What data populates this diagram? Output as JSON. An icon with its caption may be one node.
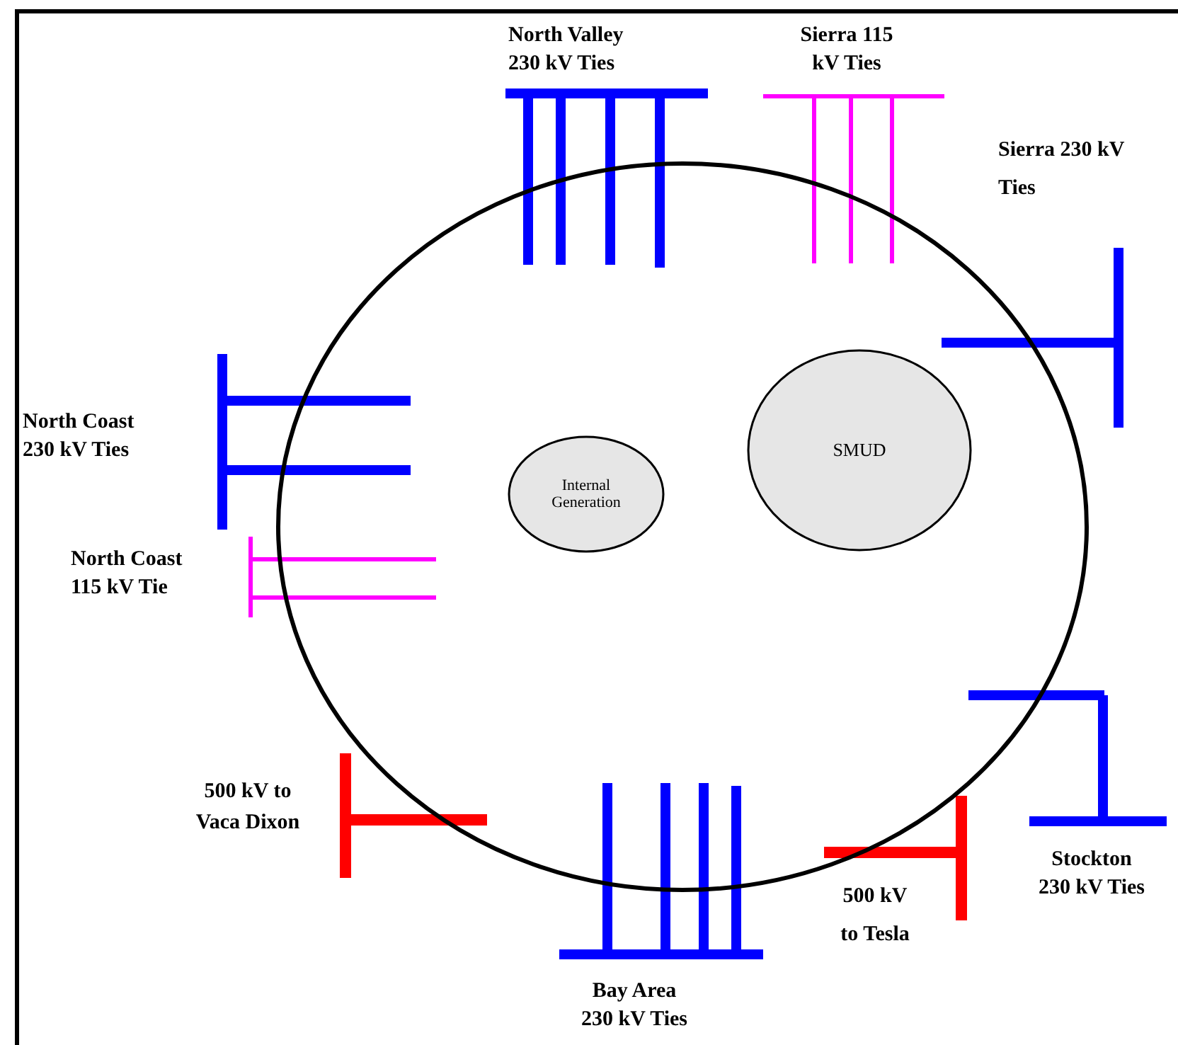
{
  "diagram": {
    "nodes": [
      {
        "text": [],
        "shape": "circle"
      },
      {
        "text": [
          "Internal Generation"
        ],
        "in": 0
      },
      {
        "text": [
          "SMUD"
        ],
        "in": 0
      }
    ],
    "labels": [
      "North Valley 230 kV Ties",
      "Sierra 115 kV Ties",
      "Sierra 230 kV Ties",
      "North Coast 230 kV Ties",
      "North Coast 115 kV Tie",
      "500 kV to Vaca Dixon",
      "Stockton 230 kV Ties",
      "500 kV to Tesla",
      "Bay Area 230 kV Ties"
    ]
  }
}
